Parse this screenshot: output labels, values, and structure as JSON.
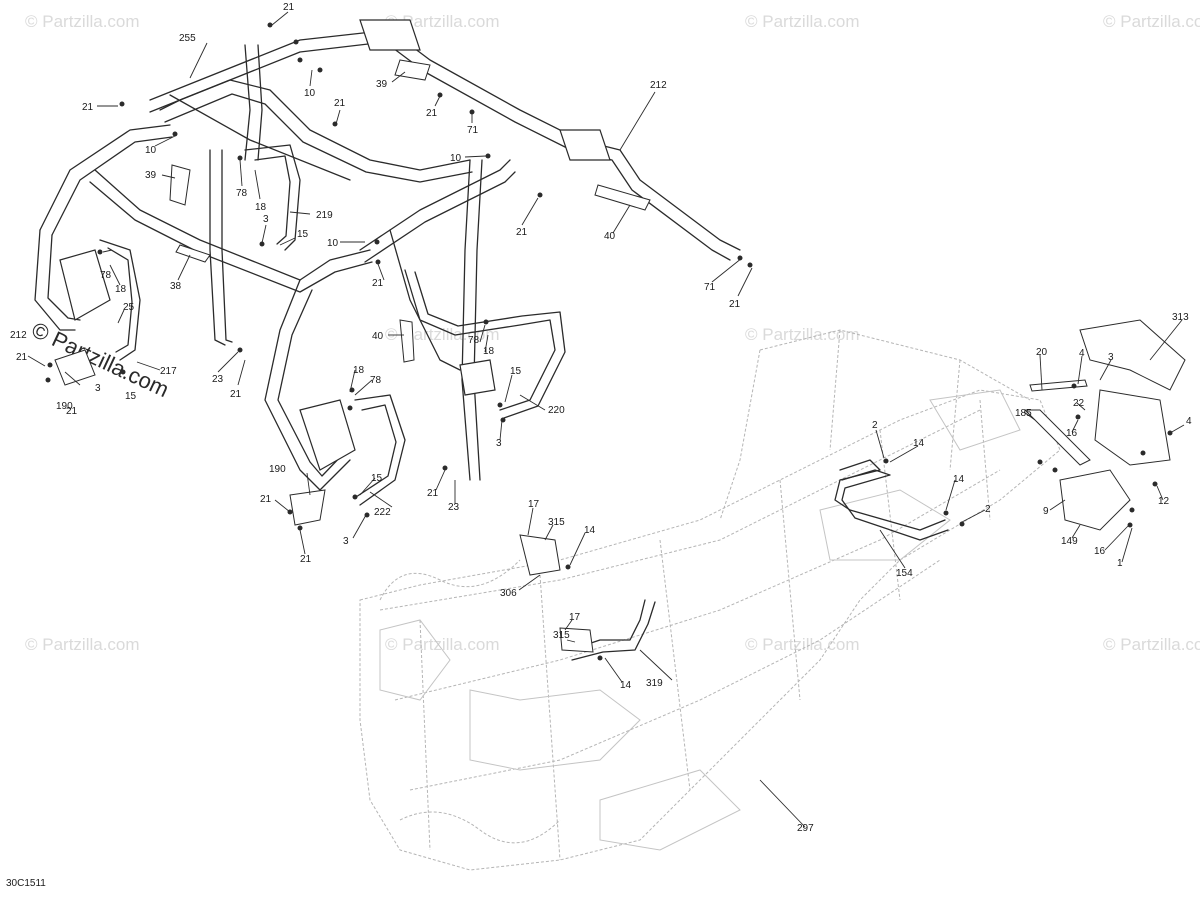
{
  "diagram_code": "30C1511",
  "watermark_text": "© Partzilla.com",
  "callouts": [
    {
      "id": "c1",
      "label": "21"
    },
    {
      "id": "c2",
      "label": "255"
    },
    {
      "id": "c3",
      "label": "21"
    },
    {
      "id": "c4",
      "label": "10"
    },
    {
      "id": "c5",
      "label": "39"
    },
    {
      "id": "c6",
      "label": "21"
    },
    {
      "id": "c7",
      "label": "21"
    },
    {
      "id": "c8",
      "label": "71"
    },
    {
      "id": "c9",
      "label": "212"
    },
    {
      "id": "c10",
      "label": "10"
    },
    {
      "id": "c11",
      "label": "10"
    },
    {
      "id": "c12",
      "label": "39"
    },
    {
      "id": "c13",
      "label": "78"
    },
    {
      "id": "c14",
      "label": "18"
    },
    {
      "id": "c15",
      "label": "219"
    },
    {
      "id": "c16",
      "label": "3"
    },
    {
      "id": "c17",
      "label": "15"
    },
    {
      "id": "c18",
      "label": "10"
    },
    {
      "id": "c19",
      "label": "21"
    },
    {
      "id": "c20",
      "label": "40"
    },
    {
      "id": "c21",
      "label": "71"
    },
    {
      "id": "c22",
      "label": "21"
    },
    {
      "id": "c23",
      "label": "21"
    },
    {
      "id": "c24",
      "label": "38"
    },
    {
      "id": "c25",
      "label": "78"
    },
    {
      "id": "c26",
      "label": "18"
    },
    {
      "id": "c27",
      "label": "25"
    },
    {
      "id": "c28",
      "label": "212"
    },
    {
      "id": "c29",
      "label": "21"
    },
    {
      "id": "c30",
      "label": "3"
    },
    {
      "id": "c31",
      "label": "21"
    },
    {
      "id": "c32",
      "label": "190"
    },
    {
      "id": "c33",
      "label": "15"
    },
    {
      "id": "c34",
      "label": "217"
    },
    {
      "id": "c35",
      "label": "23"
    },
    {
      "id": "c36",
      "label": "21"
    },
    {
      "id": "c37",
      "label": "40"
    },
    {
      "id": "c38",
      "label": "78"
    },
    {
      "id": "c39",
      "label": "18"
    },
    {
      "id": "c40",
      "label": "15"
    },
    {
      "id": "c41",
      "label": "220"
    },
    {
      "id": "c42",
      "label": "3"
    },
    {
      "id": "c43",
      "label": "18"
    },
    {
      "id": "c44",
      "label": "78"
    },
    {
      "id": "c45",
      "label": "15"
    },
    {
      "id": "c46",
      "label": "222"
    },
    {
      "id": "c47",
      "label": "3"
    },
    {
      "id": "c48",
      "label": "190"
    },
    {
      "id": "c49",
      "label": "21"
    },
    {
      "id": "c50",
      "label": "21"
    },
    {
      "id": "c51",
      "label": "21"
    },
    {
      "id": "c52",
      "label": "23"
    },
    {
      "id": "c53",
      "label": "17"
    },
    {
      "id": "c54",
      "label": "315"
    },
    {
      "id": "c55",
      "label": "14"
    },
    {
      "id": "c56",
      "label": "306"
    },
    {
      "id": "c57",
      "label": "17"
    },
    {
      "id": "c58",
      "label": "315"
    },
    {
      "id": "c59",
      "label": "319"
    },
    {
      "id": "c60",
      "label": "14"
    },
    {
      "id": "c61",
      "label": "2"
    },
    {
      "id": "c62",
      "label": "14"
    },
    {
      "id": "c63",
      "label": "14"
    },
    {
      "id": "c64",
      "label": "2"
    },
    {
      "id": "c65",
      "label": "154"
    },
    {
      "id": "c66",
      "label": "297"
    },
    {
      "id": "c67",
      "label": "313"
    },
    {
      "id": "c68",
      "label": "20"
    },
    {
      "id": "c69",
      "label": "4"
    },
    {
      "id": "c70",
      "label": "3"
    },
    {
      "id": "c71",
      "label": "185"
    },
    {
      "id": "c72",
      "label": "22"
    },
    {
      "id": "c73",
      "label": "16"
    },
    {
      "id": "c74",
      "label": "4"
    },
    {
      "id": "c75",
      "label": "12"
    },
    {
      "id": "c76",
      "label": "9"
    },
    {
      "id": "c77",
      "label": "149"
    },
    {
      "id": "c78",
      "label": "16"
    },
    {
      "id": "c79",
      "label": "1"
    }
  ]
}
